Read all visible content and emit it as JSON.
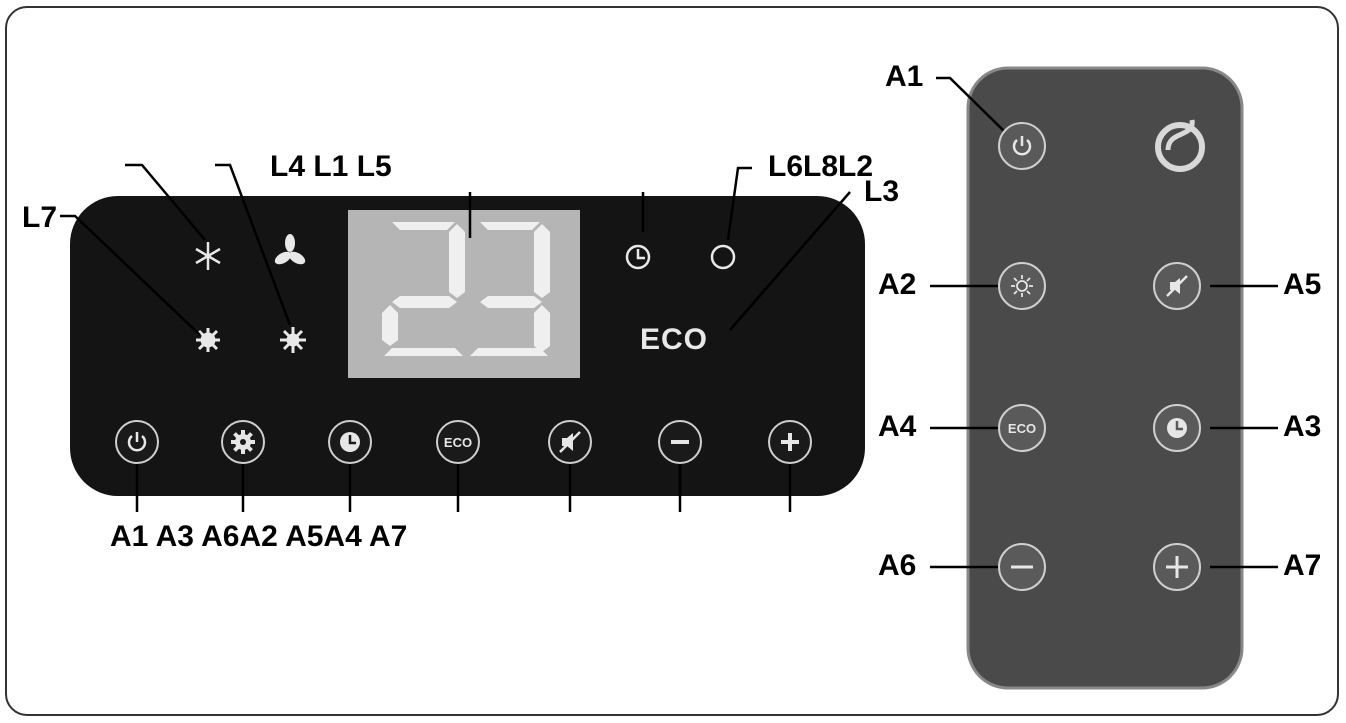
{
  "display": {
    "digits": "23",
    "eco_label": "ECO"
  },
  "top_labels": {
    "l4_l1_l5": "L4 L1 L5",
    "l6_l8_l2": "L6L8L2",
    "l3": "L3",
    "l7": "L7"
  },
  "bottom_labels": {
    "a1_to_a7": "A1 A3 A6A2 A5A4 A7"
  },
  "panel_buttons": [
    {
      "icon": "power-icon"
    },
    {
      "icon": "gear-icon"
    },
    {
      "icon": "clock-icon"
    },
    {
      "icon": "eco-icon",
      "text": "ECO"
    },
    {
      "icon": "mute-icon"
    },
    {
      "icon": "minus-icon"
    },
    {
      "icon": "plus-icon"
    }
  ],
  "panel_indicators": [
    "snowflake-icon",
    "fan-icon",
    "sun-icon",
    "sparkle-icon",
    "clock-icon",
    "circle-icon"
  ],
  "remote": {
    "labels": {
      "a1": "A1",
      "a2": "A2",
      "a4": "A4",
      "a6": "A6",
      "a5": "A5",
      "a3": "A3",
      "a7": "A7"
    },
    "eco_text": "ECO",
    "logo_icon": "brand-logo-icon"
  },
  "colors": {
    "panel": "#141414",
    "display": "#b5b5b5",
    "remote": "#4a4a4a"
  }
}
